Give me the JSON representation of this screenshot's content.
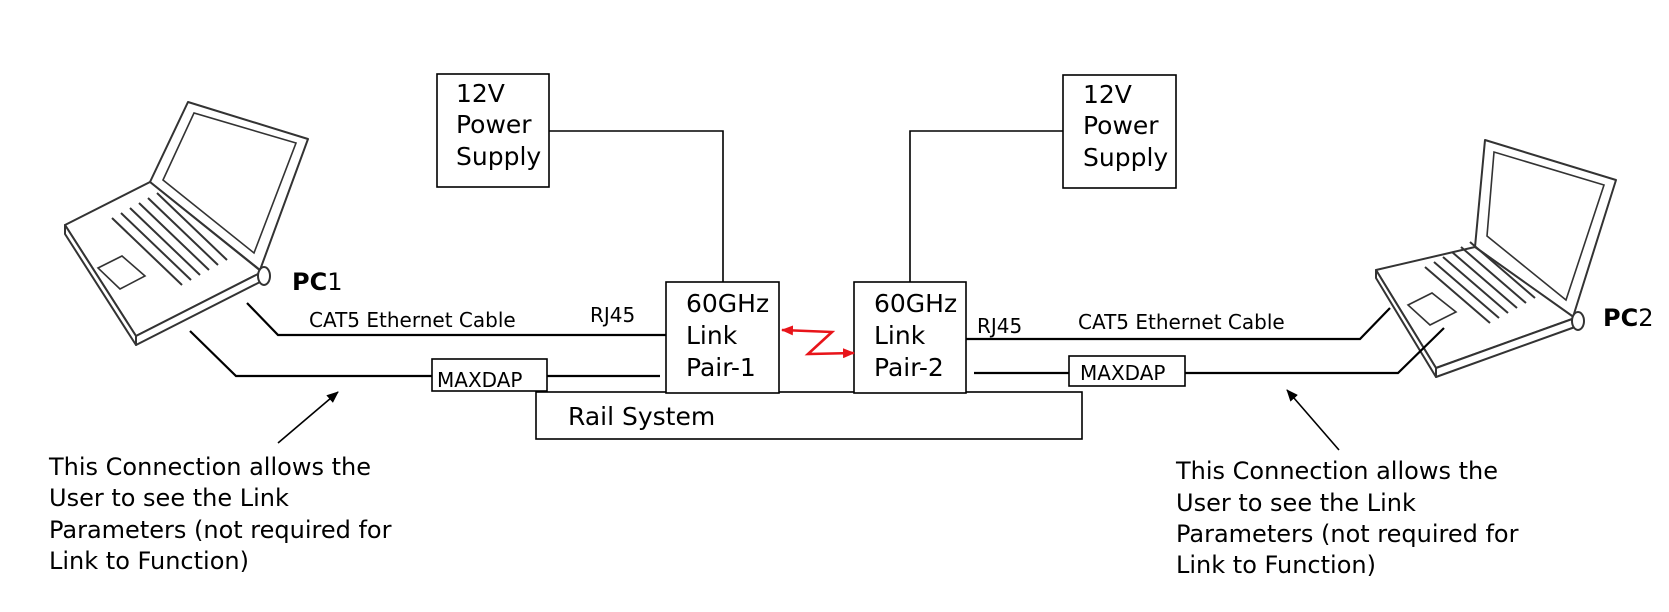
{
  "colors": {
    "stroke": "#000000",
    "wireless": "#e8141a",
    "background": "#ffffff"
  },
  "icons": [
    "laptop-icon",
    "wireless-link-icon",
    "arrow-icon"
  ],
  "power_supply_left": {
    "lines": [
      "12V",
      "Power",
      "Supply"
    ]
  },
  "power_supply_right": {
    "lines": [
      "12V",
      "Power",
      "Supply"
    ]
  },
  "link_left": {
    "lines": [
      "60GHz",
      "Link",
      "Pair-1"
    ]
  },
  "link_right": {
    "lines": [
      "60GHz",
      "Link",
      "Pair-2"
    ]
  },
  "rail": {
    "label": "Rail System"
  },
  "pc_left": {
    "bold": "PC",
    "num": "1"
  },
  "pc_right": {
    "bold": "PC",
    "num": "2"
  },
  "cable_left": {
    "label": "CAT5 Ethernet Cable",
    "connector": "RJ45"
  },
  "cable_right": {
    "label": "CAT5 Ethernet Cable",
    "connector": "RJ45"
  },
  "maxdap_left": {
    "label": "MAXDAP"
  },
  "maxdap_right": {
    "label": "MAXDAP"
  },
  "note_left": {
    "lines": [
      "This Connection allows the",
      "User to see the Link",
      "Parameters (not required for",
      "Link to Function)"
    ]
  },
  "note_right": {
    "lines": [
      "This Connection allows the",
      "User to see the Link",
      "Parameters (not required for",
      "Link to Function)"
    ]
  }
}
